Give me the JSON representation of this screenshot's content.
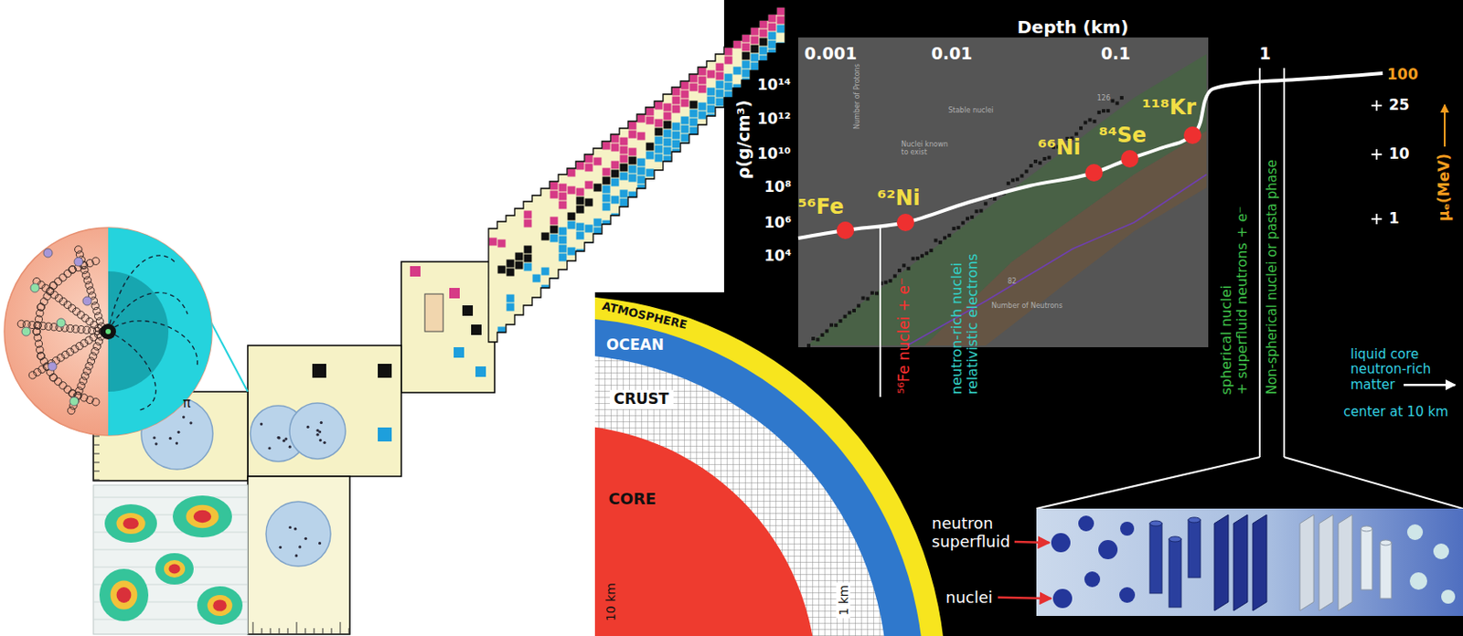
{
  "diagram": {
    "nodes": [
      {
        "text": [
          "ATMOSPHERE"
        ]
      },
      {
        "text": [
          "OCEAN"
        ]
      },
      {
        "text": [
          "CRUST"
        ]
      },
      {
        "text": [
          "CORE"
        ]
      }
    ],
    "labels": [
      "π",
      "Depth (km)",
      "0.001",
      "0.01",
      "0.1",
      "1",
      "ρ(g/cm³)",
      "10¹⁴",
      "10¹²",
      "10¹⁰",
      "10⁸",
      "10⁶",
      "10⁴",
      "100",
      "25",
      "10",
      "1",
      "μₑ(MeV)",
      "⁵⁶Fe",
      "⁶²Ni",
      "⁶⁶Ni",
      "⁸⁴Se",
      "¹¹⁸Kr",
      "Stable nuclei",
      "Nuclei known to exist",
      "Number of Protons",
      "Number of Neutrons",
      "126",
      "82",
      "⁵⁶Fe nuclei + e⁻",
      "neutron-rich nuclei relativistic electrons",
      "spherical nuclei + superfluid neutrons + e⁻",
      "Non-spherical nuclei or pasta phase",
      "liquid core neutron-rich matter",
      "center at 10 km",
      "10 km",
      "1 km",
      "neutron superfluid",
      "nuclei"
    ]
  }
}
